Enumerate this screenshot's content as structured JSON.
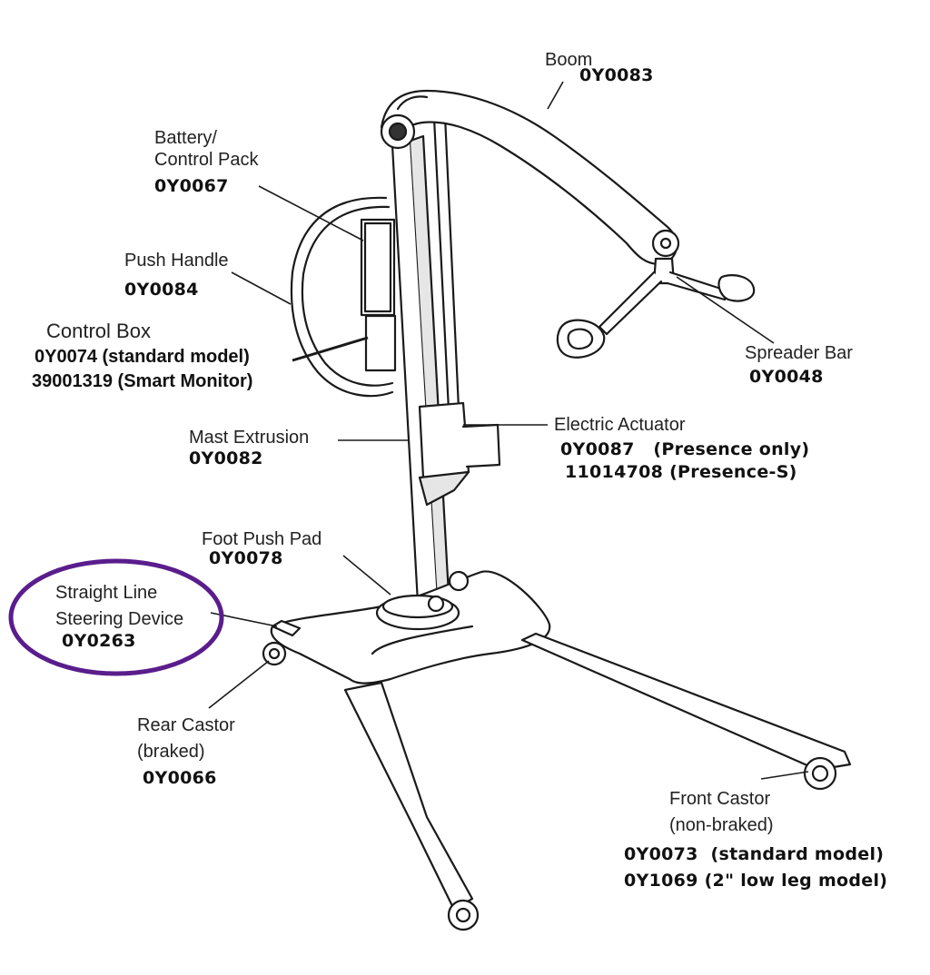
{
  "colors": {
    "line": "#1a1a1a",
    "highlight": "#5a1d8c",
    "fill": "#ffffff",
    "shade": "#e6e6e6"
  },
  "labels": {
    "boom": {
      "name": "Boom",
      "part": "0Y0083"
    },
    "battery": {
      "name_line1": "Battery/",
      "name_line2": "Control Pack",
      "part": "0Y0067"
    },
    "push_handle": {
      "name": "Push Handle",
      "part": "0Y0084"
    },
    "control_box": {
      "name": "Control Box",
      "part1": "0Y0074 (standard model)",
      "part2": "39001319 (Smart Monitor)"
    },
    "spreader_bar": {
      "name": "Spreader Bar",
      "part": "0Y0048"
    },
    "mast": {
      "name": "Mast Extrusion",
      "part": "0Y0082"
    },
    "actuator": {
      "name": "Electric Actuator",
      "part1": "0Y0087   (Presence only)",
      "part2": "11014708 (Presence-S)"
    },
    "foot_pad": {
      "name": "Foot Push Pad",
      "part": "0Y0078"
    },
    "steering": {
      "name_line1": "Straight Line",
      "name_line2": "Steering Device",
      "part": "0Y0263"
    },
    "rear_castor": {
      "name_line1": "Rear Castor",
      "name_line2": "(braked)",
      "part": "0Y0066"
    },
    "front_castor": {
      "name_line1": "Front Castor",
      "name_line2": "(non-braked)",
      "part1": "0Y0073  (standard model)",
      "part2": "0Y1069 (2\" low leg model)"
    }
  }
}
